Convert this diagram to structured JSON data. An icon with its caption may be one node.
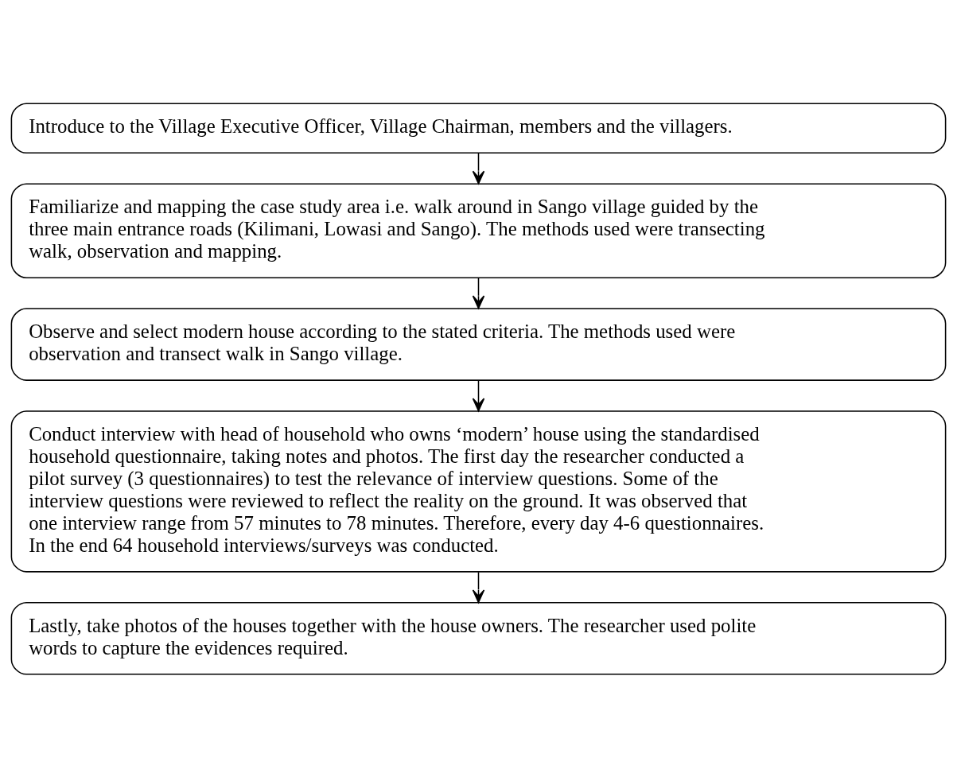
{
  "diagram": {
    "nodes": [
      {
        "text": [
          "Introduce to the Village Executive Officer, Village Chairman, members and the villagers."
        ]
      },
      {
        "text": [
          "Familiarize and mapping the case study area i.e. walk around in Sango village guided by the three main entrance roads (Kilimani, Lowasi and Sango). The methods used were transecting walk, observation and mapping."
        ]
      },
      {
        "text": [
          "Observe and select modern house according to the stated criteria. The methods used were observation and transect walk in Sango village."
        ]
      },
      {
        "text": [
          "Conduct interview with head of household who owns ‘modern’ house using the standardised household questionnaire, taking notes and photos. The first day the researcher conducted a pilot survey (3 questionnaires) to test the relevance of interview questions. Some of the interview questions were reviewed to reflect the reality on the ground. It was observed that one interview range from 57 minutes to 78 minutes. Therefore, every day 4-6 questionnaires. In the end 64 household interviews/surveys was conducted."
        ]
      },
      {
        "text": [
          "Lastly, take photos of the houses together with the house owners. The researcher used polite words to capture the evidences required."
        ]
      }
    ],
    "edges": [
      {
        "from": 0,
        "to": 1,
        "arrow": "to"
      },
      {
        "from": 1,
        "to": 2,
        "arrow": "to"
      },
      {
        "from": 2,
        "to": 3,
        "arrow": "to"
      },
      {
        "from": 3,
        "to": 4,
        "arrow": "to"
      }
    ]
  }
}
